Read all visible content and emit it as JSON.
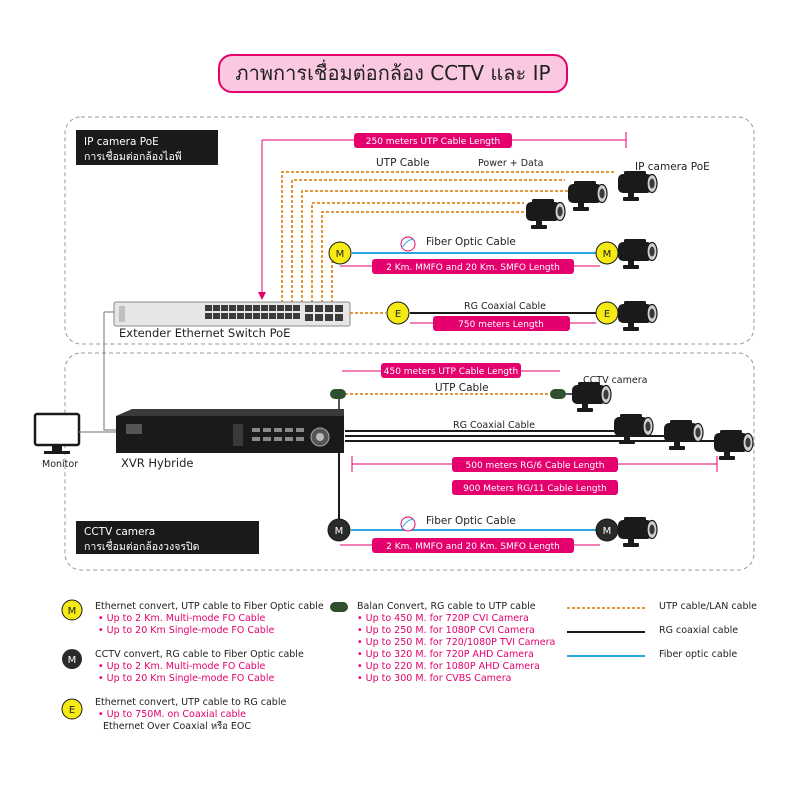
{
  "title": "ภาพการเชื่อมต่อกล้อง CCTV และ IP",
  "colors": {
    "magenta": "#e4006d",
    "title_bg": "#fbc8e1",
    "utp": "#e08a1e",
    "rg": "#1a1a1a",
    "fiber": "#29a8e0",
    "badge_yellow": "#f5ea14",
    "balun_green": "#2f4f2f",
    "section_bg": "#1a1a1a"
  },
  "sections": {
    "ip": {
      "line1": "IP camera PoE",
      "line2": "การเชื่อมต่อกล้องไอพี"
    },
    "cctv": {
      "line1": "CCTV camera",
      "line2": "การเชื่อมต่อกล้องวงจรปิด"
    }
  },
  "ip_diagram": {
    "length_bar": "250 meters UTP Cable Length",
    "utp_label": "UTP Cable",
    "power_label": "Power + Data",
    "camera_label": "IP camera PoE",
    "fiber_label": "Fiber Optic Cable",
    "fiber_bar": "2 Km. MMFO and 20 Km. SMFO Length",
    "coax_label": "RG Coaxial Cable",
    "coax_bar": "750 meters Length",
    "switch_label": "Extender Ethernet Switch PoE"
  },
  "cctv_diagram": {
    "length_bar": "450 meters UTP Cable Length",
    "utp_label": "UTP Cable",
    "camera_label": "CCTV camera",
    "coax_label": "RG Coaxial Cable",
    "rg6_bar": "500 meters RG/6 Cable Length",
    "rg11_bar": "900 Meters RG/11 Cable Length",
    "fiber_label": "Fiber Optic Cable",
    "fiber_bar": "2 Km. MMFO and 20 Km. SMFO Length",
    "xvr_label": "XVR Hybride",
    "monitor_label": "Monitor"
  },
  "badges": {
    "m": "M",
    "e": "E"
  },
  "legend": {
    "m_yellow": {
      "title": "Ethernet convert, UTP cable to Fiber Optic cable",
      "items": [
        "• Up to 2 Km. Multi-mode FO Cable",
        "• Up to 20 Km Single-mode FO Cable"
      ]
    },
    "m_black": {
      "title": "CCTV convert, RG cable to Fiber Optic cable",
      "items": [
        "• Up to 2 Km. Multi-mode FO Cable",
        "• Up to 20 Km Single-mode FO Cable"
      ]
    },
    "e_yellow": {
      "title": "Ethernet convert, UTP cable to RG cable",
      "items": [
        "• Up to 750M. on Coaxial cable"
      ],
      "note": "Ethernet Over Coaxial หรือ EOC"
    },
    "balun": {
      "title": "Balan Convert, RG cable to UTP cable",
      "items": [
        "• Up to 450 M. for 720P CVI Camera",
        "• Up to 250 M. for 1080P CVI Camera",
        "• Up to 250 M. for 720/1080P TVI Camera",
        "• Up to 320 M. for 720P AHD Camera",
        "• Up to 220 M. for 1080P AHD Camera",
        "• Up to 300 M. for CVBS Camera"
      ]
    },
    "key": {
      "utp": "UTP cable/LAN cable",
      "rg": "RG coaxial cable",
      "fiber": "Fiber optic cable"
    }
  }
}
